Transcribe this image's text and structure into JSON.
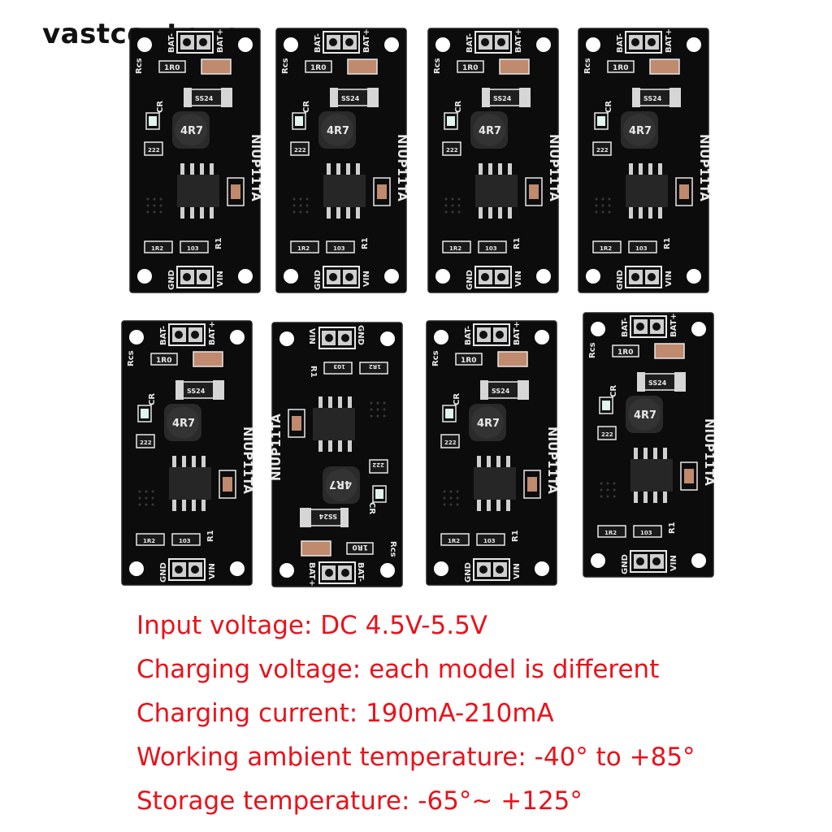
{
  "watermark": "vastcoutr.vn",
  "board_labels": {
    "model": "NIUP11TA",
    "inductor": "4R7",
    "diode": "SS24",
    "resistor_cs": "1R0",
    "rcs": "Rcs",
    "cr": "CR",
    "r1": "R1",
    "bat_neg": "BAT-",
    "bat_pos": "BAT+",
    "gnd": "GND",
    "vin": "VIN",
    "res_a": "222",
    "res_b": "1R2",
    "res_c": "103"
  },
  "specs": [
    "Input voltage: DC 4.5V-5.5V",
    "Charging voltage: each model is different",
    "Charging current: 190mA-210mA",
    "Working ambient temperature: -40° to +85°",
    "Storage temperature: -65°~ +125°"
  ],
  "colors": {
    "pcb": "#0c0c0d",
    "spec_text": "#e8131b",
    "silkscreen": "#e8e8e8"
  }
}
